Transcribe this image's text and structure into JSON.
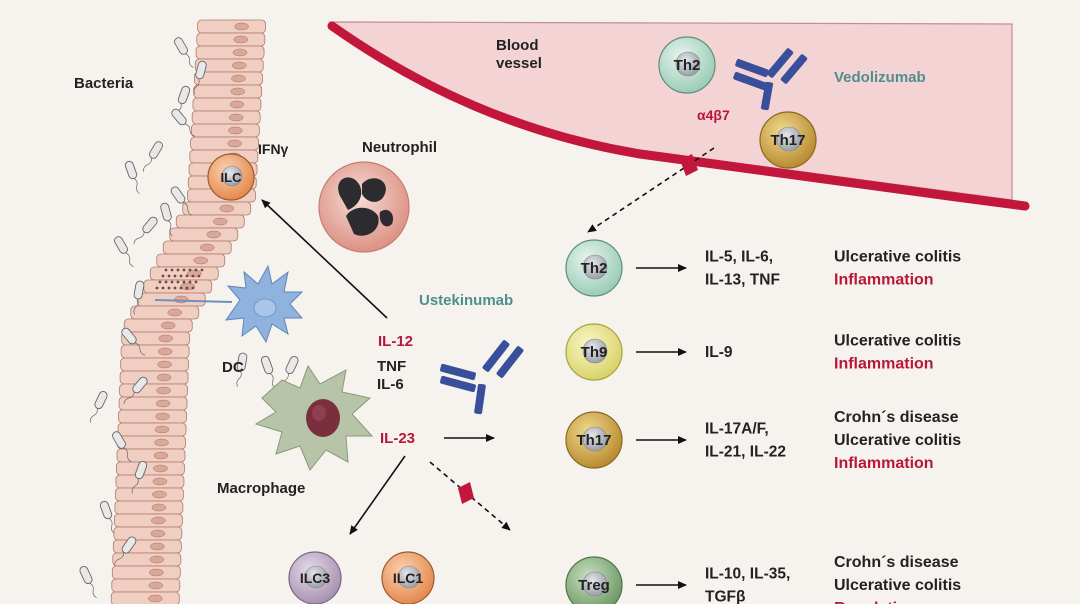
{
  "labels": {
    "bacteria": "Bacteria",
    "blood_vessel_line1": "Blood",
    "blood_vessel_line2": "vessel",
    "neutrophil": "Neutrophil",
    "ifng": "IFNγ",
    "dc": "DC",
    "macrophage": "Macrophage",
    "ustekinumab": "Ustekinumab",
    "vedolizumab": "Vedolizumab",
    "integrin": "α4β7",
    "il12": "IL-12",
    "il23": "IL-23",
    "tnf": "TNF",
    "il6": "IL-6"
  },
  "cells": {
    "ilc": "ILC",
    "ilc3": "ILC3",
    "ilc1": "ILC1",
    "th2_vessel": "Th2",
    "th17_vessel": "Th17"
  },
  "pathways": [
    {
      "cell": "Th2",
      "cytokines": [
        "IL-5, IL-6,",
        "IL-13, TNF"
      ],
      "diseases": [
        "Ulcerative colitis"
      ],
      "effect": "Inflammation"
    },
    {
      "cell": "Th9",
      "cytokines": [
        "IL-9"
      ],
      "diseases": [
        "Ulcerative colitis"
      ],
      "effect": "Inflammation"
    },
    {
      "cell": "Th17",
      "cytokines": [
        "IL-17A/F,",
        "IL-21, IL-22"
      ],
      "diseases": [
        "Crohn´s disease",
        "Ulcerative colitis"
      ],
      "effect": "Inflammation"
    },
    {
      "cell": "Treg",
      "cytokines": [
        "IL-10, IL-35,",
        "TGFβ"
      ],
      "diseases": [
        "Crohn´s disease",
        "Ulcerative colitis"
      ],
      "effect": "Regulation"
    }
  ],
  "colors": {
    "background": "#f6f3ee",
    "vessel_fill": "#f3d3d3",
    "vessel_wall": "#c3163b",
    "red_text": "#b8173a",
    "teal_text": "#4e8f8d",
    "antibody": "#3a4f9c",
    "th2": "#bfe3d3",
    "th9": "#efea8f",
    "th17": "#d8b04f",
    "treg": "#93b98d",
    "ilc": "#f2a36f",
    "ilc3": "#c7b3cf",
    "ilc1": "#f0a877",
    "dc": "#8fb3de",
    "macrophage": "#b8c4a8",
    "neutrophil": "#ecb3a8",
    "epithelium": "#f0cfc2"
  }
}
